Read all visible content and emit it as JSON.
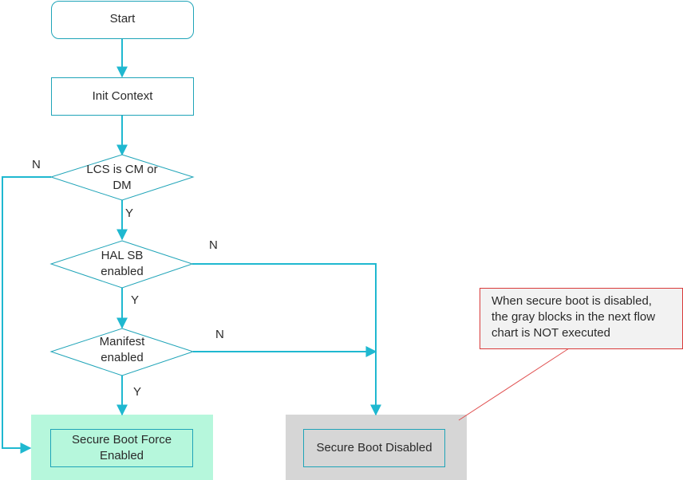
{
  "nodes": {
    "start": "Start",
    "init": "Init Context",
    "lcs_line1": "LCS is CM or",
    "lcs_line2": "DM",
    "hal_line1": "HAL SB",
    "hal_line2": "enabled",
    "manifest_line1": "Manifest",
    "manifest_line2": "enabled",
    "force_line1": "Secure Boot Force",
    "force_line2": "Enabled",
    "disabled": "Secure Boot Disabled"
  },
  "labels": {
    "lcs_no": "N",
    "lcs_yes": "Y",
    "hal_no": "N",
    "hal_yes": "Y",
    "manifest_no": "N",
    "manifest_yes": "Y"
  },
  "note": {
    "line1": "When secure boot is disabled,",
    "line2": "the gray blocks in the next flow",
    "line3": "chart is NOT executed"
  },
  "colors": {
    "connector": "#1fb8d0",
    "node_border": "#1fa4b8",
    "enabled_block": "#b6f7dc",
    "disabled_block": "#d6d6d6",
    "note_border": "#d93a3a"
  }
}
